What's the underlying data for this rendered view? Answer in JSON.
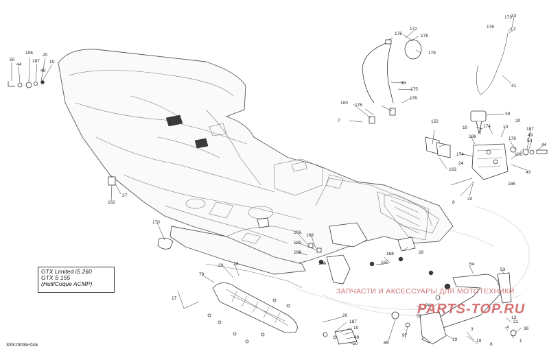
{
  "models": [
    "GTX Limited iS 260",
    "GTX S 155",
    "(Hull/Coque ACMP)"
  ],
  "reference_code": "33S1503a-04a",
  "watermark": "ЗАПЧАСТИ И АКСЕССУАРЫ ДЛЯ МОТОТЕХНИКИ",
  "logo": "PARTS-TOP.RU",
  "callouts": [
    {
      "id": "c-50a",
      "text": "50"
    },
    {
      "id": "c-44a",
      "text": "44"
    },
    {
      "id": "c-106",
      "text": "106"
    },
    {
      "id": "c-187a",
      "text": "187"
    },
    {
      "id": "c-20a",
      "text": "20"
    },
    {
      "id": "c-10a",
      "text": "10"
    },
    {
      "id": "c-49a",
      "text": "49"
    },
    {
      "id": "c-176a",
      "text": "176"
    },
    {
      "id": "c-172",
      "text": "172"
    },
    {
      "id": "c-178a",
      "text": "178"
    },
    {
      "id": "c-178b",
      "text": "178"
    },
    {
      "id": "c-30",
      "text": "30"
    },
    {
      "id": "c-175",
      "text": "175"
    },
    {
      "id": "c-100",
      "text": "100"
    },
    {
      "id": "c-176b",
      "text": "176"
    },
    {
      "id": "c-176c",
      "text": "176"
    },
    {
      "id": "c-33",
      "text": "33"
    },
    {
      "id": "c-173",
      "text": "173"
    },
    {
      "id": "c-176d",
      "text": "176"
    },
    {
      "id": "c-2",
      "text": "2"
    },
    {
      "id": "c-41",
      "text": "41"
    },
    {
      "id": "c-39",
      "text": "39"
    },
    {
      "id": "c-7",
      "text": "7"
    },
    {
      "id": "c-152",
      "text": "152"
    },
    {
      "id": "c-163",
      "text": "163"
    },
    {
      "id": "c-10b",
      "text": "10"
    },
    {
      "id": "c-20b",
      "text": "20"
    },
    {
      "id": "c-10c",
      "text": "10"
    },
    {
      "id": "c-174a",
      "text": "174"
    },
    {
      "id": "c-186a",
      "text": "186"
    },
    {
      "id": "c-179",
      "text": "179"
    },
    {
      "id": "c-174b",
      "text": "174"
    },
    {
      "id": "c-24",
      "text": "24"
    },
    {
      "id": "c-187b",
      "text": "187"
    },
    {
      "id": "c-49b",
      "text": "49"
    },
    {
      "id": "c-50b",
      "text": "50"
    },
    {
      "id": "c-44b",
      "text": "44"
    },
    {
      "id": "c-186b",
      "text": "186"
    },
    {
      "id": "c-43",
      "text": "43"
    },
    {
      "id": "c-186c",
      "text": "186"
    },
    {
      "id": "c-8",
      "text": "8"
    },
    {
      "id": "c-20c",
      "text": "20"
    },
    {
      "id": "c-162",
      "text": "162"
    },
    {
      "id": "c-27",
      "text": "27"
    },
    {
      "id": "c-170",
      "text": "170"
    },
    {
      "id": "c-161",
      "text": "161"
    },
    {
      "id": "c-168a",
      "text": "168"
    },
    {
      "id": "c-180",
      "text": "180"
    },
    {
      "id": "c-169",
      "text": "169"
    },
    {
      "id": "c-166",
      "text": "166"
    },
    {
      "id": "c-168b",
      "text": "168"
    },
    {
      "id": "c-165",
      "text": "165"
    },
    {
      "id": "c-28",
      "text": "28"
    },
    {
      "id": "c-20d",
      "text": "20"
    },
    {
      "id": "c-10d",
      "text": "10"
    },
    {
      "id": "c-79",
      "text": "79"
    },
    {
      "id": "c-17",
      "text": "17"
    },
    {
      "id": "c-54",
      "text": "54"
    },
    {
      "id": "c-53",
      "text": "53"
    },
    {
      "id": "c-52",
      "text": "52"
    },
    {
      "id": "c-94",
      "text": "94"
    },
    {
      "id": "c-20e",
      "text": "20"
    },
    {
      "id": "c-187c",
      "text": "187"
    },
    {
      "id": "c-10e",
      "text": "10"
    },
    {
      "id": "c-49c",
      "text": "49"
    },
    {
      "id": "c-50c",
      "text": "50"
    },
    {
      "id": "c-65",
      "text": "65"
    },
    {
      "id": "c-97",
      "text": "97"
    },
    {
      "id": "c-3",
      "text": "3"
    },
    {
      "id": "c-19a",
      "text": "19"
    },
    {
      "id": "c-19b",
      "text": "19"
    },
    {
      "id": "c-13",
      "text": "13"
    },
    {
      "id": "c-21",
      "text": "21"
    },
    {
      "id": "c-4",
      "text": "4"
    },
    {
      "id": "c-36",
      "text": "36"
    },
    {
      "id": "c-8b",
      "text": "8"
    },
    {
      "id": "c-1",
      "text": "1"
    }
  ]
}
